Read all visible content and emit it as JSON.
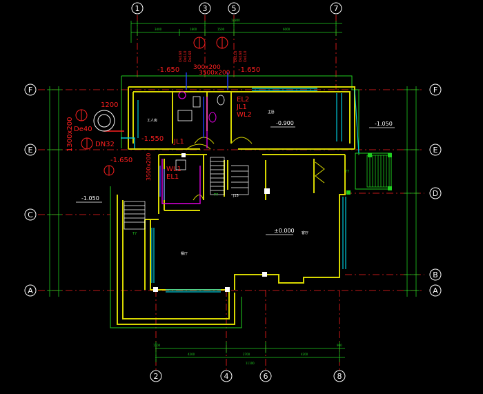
{
  "drawing": {
    "background": "#000000",
    "colors": {
      "wall": "#d8d800",
      "grid": "#ff2020",
      "dim": "#20d020",
      "window": "#00c8d8",
      "pipe": "#2040ff",
      "annot": "#ff2020",
      "label": "#ffffff",
      "magenta": "#e000e0"
    },
    "axes_top": [
      "1",
      "3",
      "5",
      "7"
    ],
    "axes_bottom": [
      "2",
      "4",
      "6",
      "8"
    ],
    "axes_left": [
      "F",
      "E",
      "C",
      "A"
    ],
    "axes_right": [
      "F",
      "E",
      "D",
      "B",
      "A"
    ],
    "rooms": {
      "living": "客厅",
      "dining": "餐厅",
      "bedroom": "主卧",
      "helper": "工人房"
    },
    "elevations": {
      "main_floor": "±0.000",
      "bedroom": "-0.900",
      "outside_right": "-1.050",
      "outside_left": "-1.050",
      "top_left": "-1.650",
      "top_right": "-1.650",
      "side_left": "-1.650",
      "helper_room": "-1.550"
    },
    "pipe_labels": {
      "el2": "EL2",
      "jl1": "JL1",
      "wl2": "WL2",
      "wl1": "WL1",
      "el1": "EL1",
      "jl1b": "JL1",
      "dn": "DN32",
      "de": "De40",
      "size_a": "1200",
      "size_b": "3500x200",
      "size_c": "300x200",
      "size_d": "3500x200",
      "v_text": "1300x200"
    },
    "misc": {
      "t7a": "T7",
      "t7b": "T7",
      "t7c": "T7",
      "j15": "J15"
    }
  }
}
